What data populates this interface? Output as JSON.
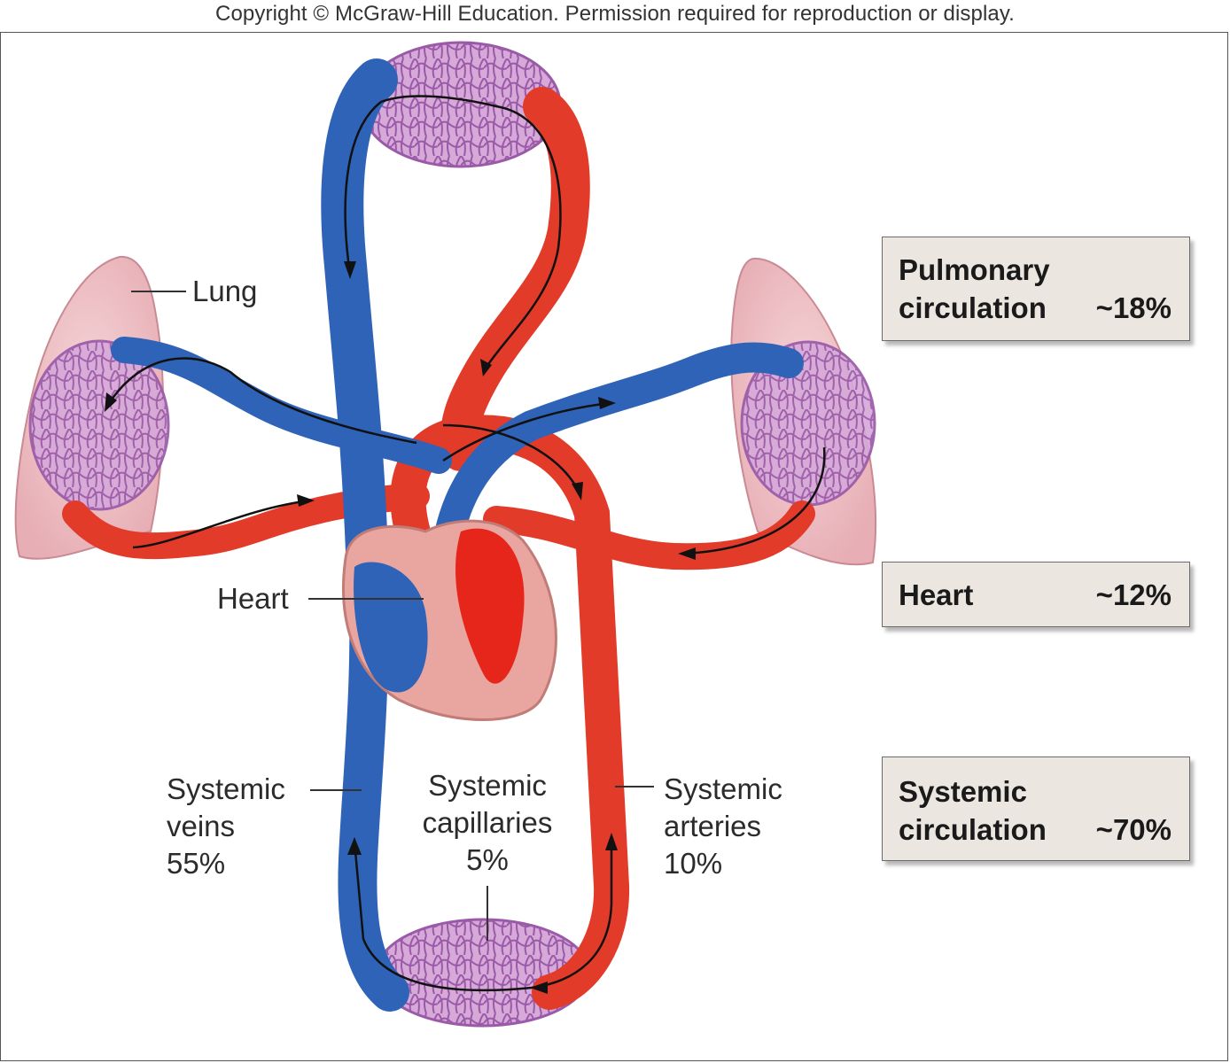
{
  "copyright": "Copyright © McGraw-Hill Education. Permission required for reproduction or display.",
  "labels": {
    "lung": "Lung",
    "heart": "Heart",
    "systemic_veins": [
      "Systemic",
      "veins",
      "55%"
    ],
    "systemic_capillaries": [
      "Systemic",
      "capillaries",
      "5%"
    ],
    "systemic_arteries": [
      "Systemic",
      "arteries",
      "10%"
    ]
  },
  "boxes": {
    "pulmonary": {
      "name": [
        "Pulmonary",
        "circulation"
      ],
      "percent": "~18%"
    },
    "heart": {
      "name": [
        "Heart"
      ],
      "percent": "~12%"
    },
    "systemic": {
      "name": [
        "Systemic",
        "circulation"
      ],
      "percent": "~70%"
    }
  },
  "colors": {
    "vein_blue": "#2f63b8",
    "artery_red": "#e23b2a",
    "capillary_purple": "#b57ab8",
    "lung_pink": "#eebfc4",
    "heart_pink": "#e9a5a0",
    "box_fill": "#ece6e1"
  }
}
